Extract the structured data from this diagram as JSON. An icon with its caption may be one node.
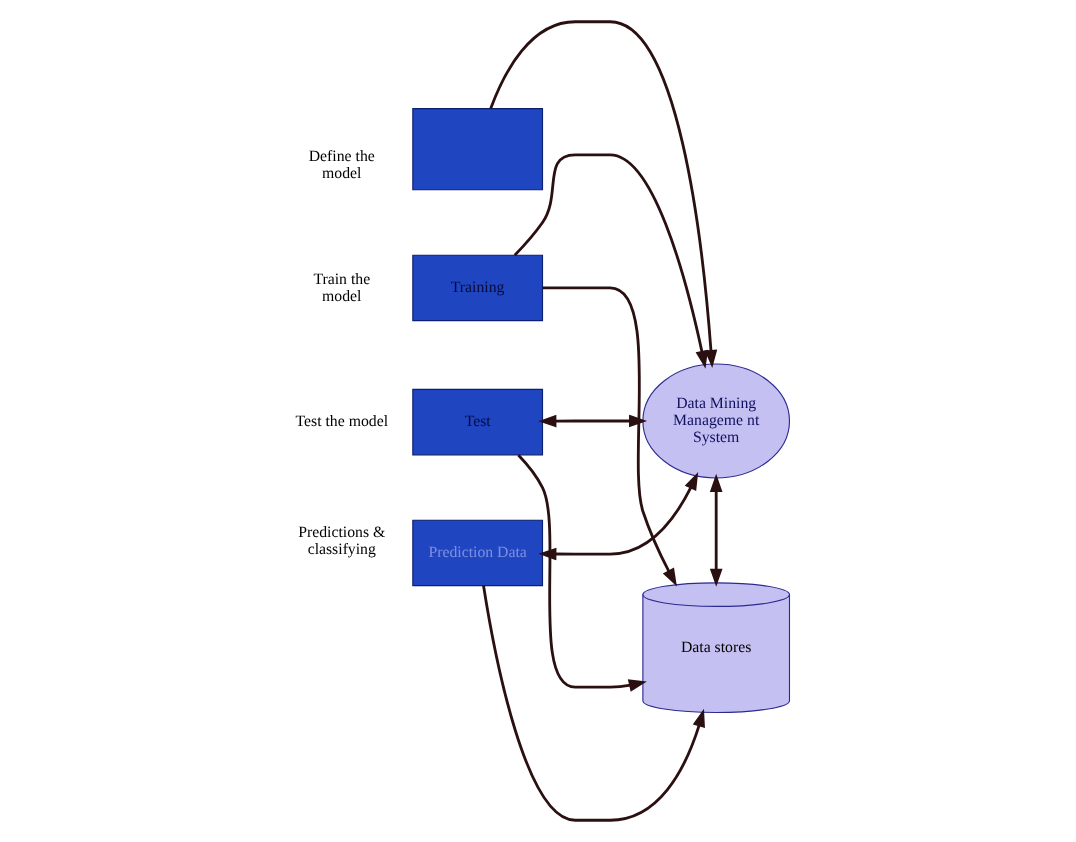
{
  "diagram": {
    "nodes": [
      {
        "text": [],
        "shape": "box",
        "beside": [
          "Define the model"
        ]
      },
      {
        "text": [
          "Training"
        ],
        "beside": [
          "Train the model"
        ]
      },
      {
        "text": [
          "Test"
        ],
        "beside": [
          "Test the model"
        ]
      },
      {
        "text": [
          "Prediction Data"
        ],
        "beside": [
          "Predictions & classifying"
        ]
      },
      {
        "text": [
          "Data Mining Manageme nt System"
        ]
      },
      {
        "text": [
          "Data stores"
        ]
      }
    ],
    "edges": [
      {
        "from": 0,
        "to": 4,
        "arrow": "to"
      },
      {
        "from": 1,
        "to": 4,
        "arrow": "to"
      },
      {
        "from": 1,
        "to": 5,
        "arrow": "to"
      },
      {
        "from": 2,
        "to": 4,
        "arrow": "both"
      },
      {
        "from": 2,
        "to": 5,
        "arrow": "to"
      },
      {
        "from": 3,
        "to": 4,
        "arrow": "both"
      },
      {
        "from": 3,
        "to": 5,
        "arrow": "to"
      },
      {
        "from": 4,
        "to": 5,
        "arrow": "both"
      }
    ]
  }
}
